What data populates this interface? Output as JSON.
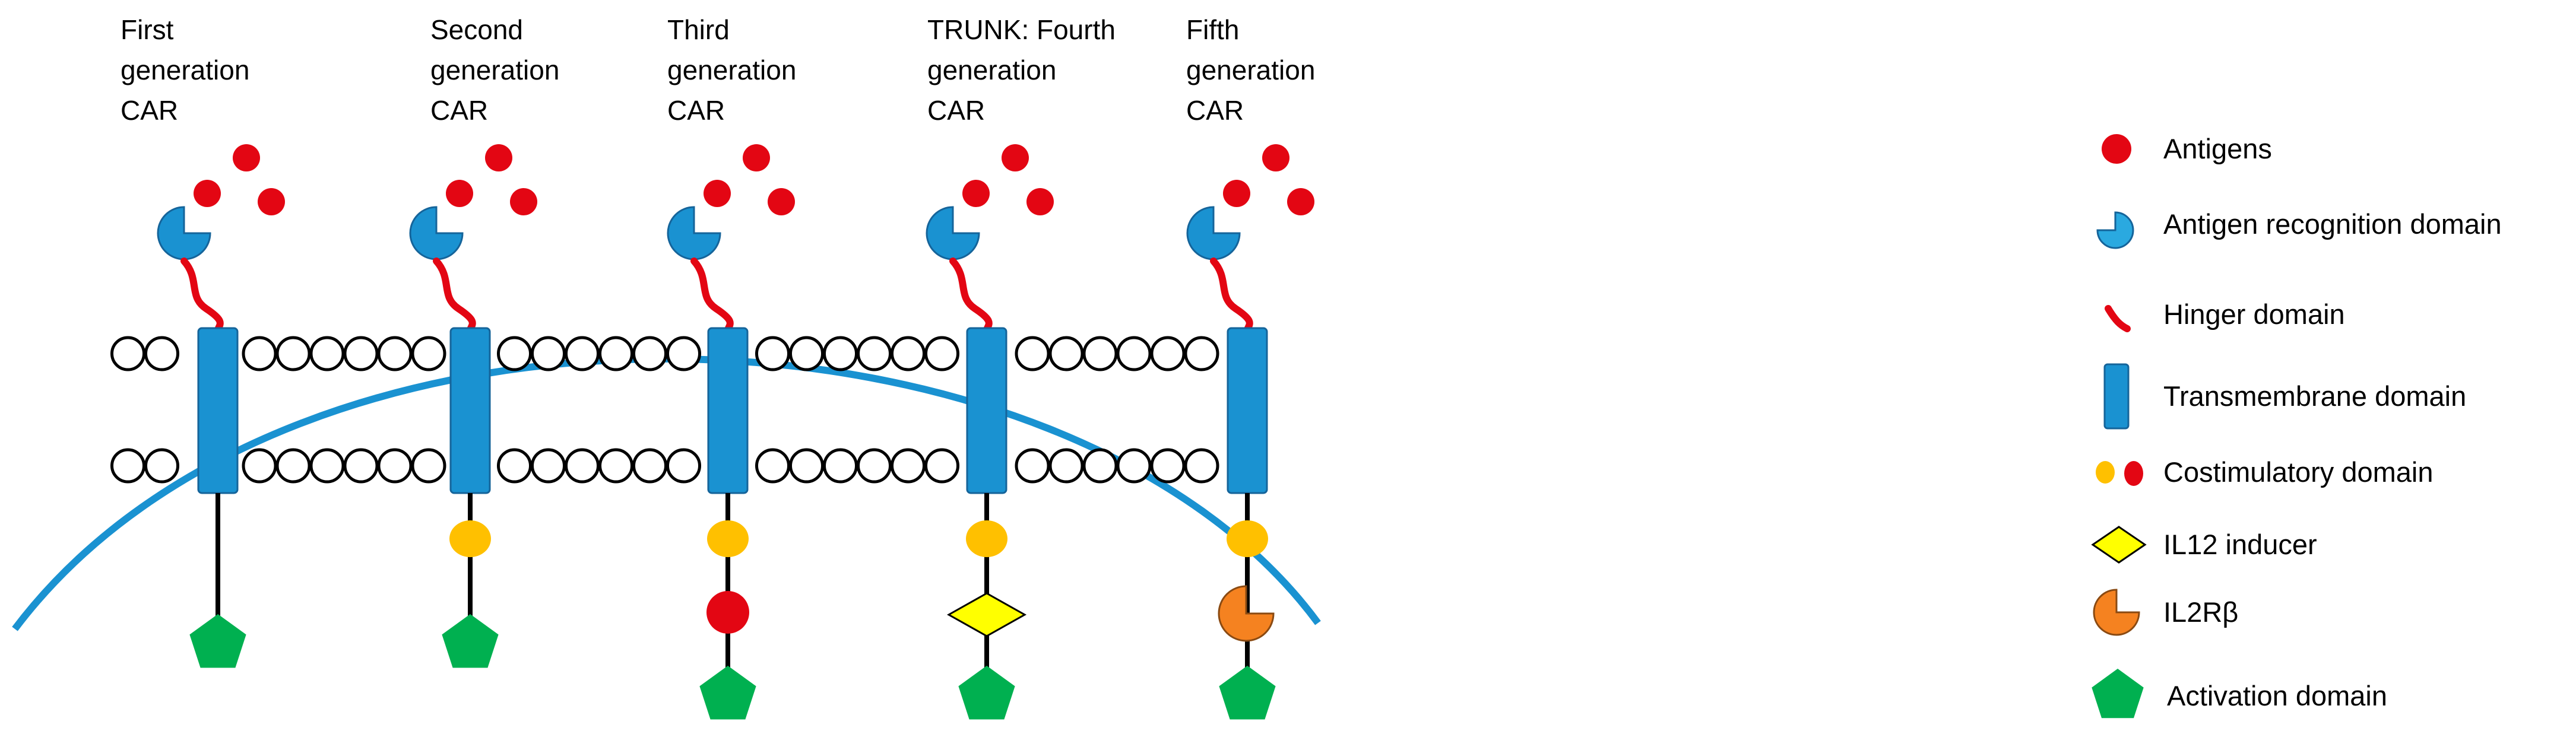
{
  "generations": [
    {
      "label": "First\ngeneration\nCAR",
      "intracellular": [
        "activation"
      ]
    },
    {
      "label": "Second\ngeneration\nCAR",
      "intracellular": [
        "costim_yellow",
        "activation"
      ]
    },
    {
      "label": "Third\ngeneration\nCAR",
      "intracellular": [
        "costim_yellow",
        "costim_red",
        "activation"
      ]
    },
    {
      "label": "TRUNK: Fourth\ngeneration\nCAR",
      "intracellular": [
        "costim_yellow",
        "il12",
        "activation"
      ]
    },
    {
      "label": "Fifth\ngeneration\nCAR",
      "intracellular": [
        "costim_yellow",
        "il2rb",
        "activation"
      ]
    }
  ],
  "legend": [
    {
      "icon": "antigen-icon",
      "label": "Antigens"
    },
    {
      "icon": "antigen-recognition-icon",
      "label": "Antigen recognition domain"
    },
    {
      "icon": "hinge-icon",
      "label": "Hinger domain"
    },
    {
      "icon": "transmembrane-icon",
      "label": "Transmembrane domain"
    },
    {
      "icon": "costimulatory-icon",
      "label": "Costimulatory domain"
    },
    {
      "icon": "il12-inducer-icon",
      "label": "IL12 inducer"
    },
    {
      "icon": "il2rb-icon",
      "label": "IL2Rβ"
    },
    {
      "icon": "activation-icon",
      "label": "Activation domain"
    }
  ],
  "colors": {
    "antigen": "#e30613",
    "recognition": "#1a92d1",
    "hinge": "#e30613",
    "transmembrane": "#1a92d1",
    "costim_yellow": "#ffc000",
    "costim_red": "#e30613",
    "il12": "#ffff00",
    "il2rb": "#f58220",
    "activation": "#00b050",
    "membrane_arc": "#1a92d1"
  }
}
